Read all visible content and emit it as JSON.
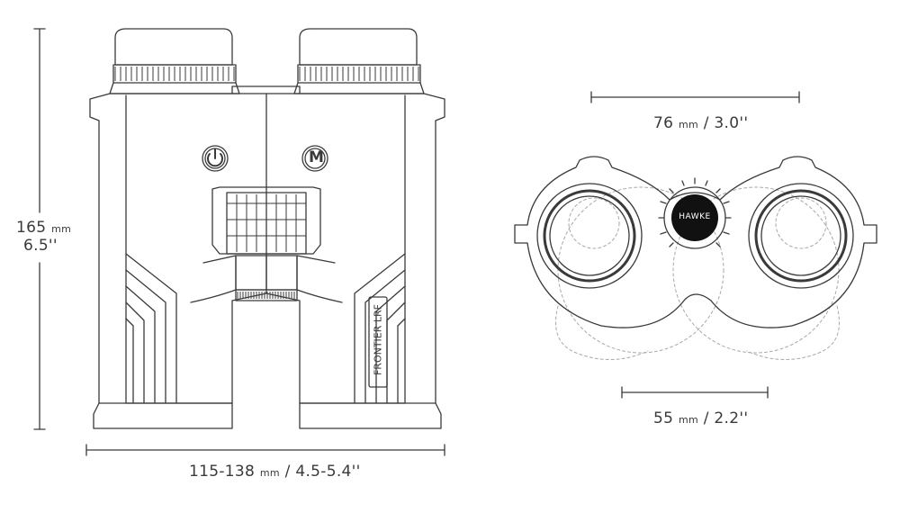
{
  "dimensions": {
    "height": {
      "value": "165",
      "unit": "mm",
      "imperial": "6.5''"
    },
    "width": {
      "value": "115-138",
      "unit": "mm",
      "imperial": "/ 4.5-5.4''"
    },
    "objective_spacing": {
      "value": "76",
      "unit": "mm",
      "imperial": "/ 3.0''"
    },
    "eyepiece_spacing": {
      "value": "55",
      "unit": "mm",
      "imperial": "/ 2.2''"
    }
  },
  "product": {
    "model_label": "FRONTIER LRF",
    "brand_label": "HAWKE",
    "mode_button_glyph": "M",
    "power_button_icon": "power-icon"
  },
  "colors": {
    "line": "#3a3a3a",
    "dashed": "#9a9a9a",
    "brand_badge": "#111111"
  }
}
